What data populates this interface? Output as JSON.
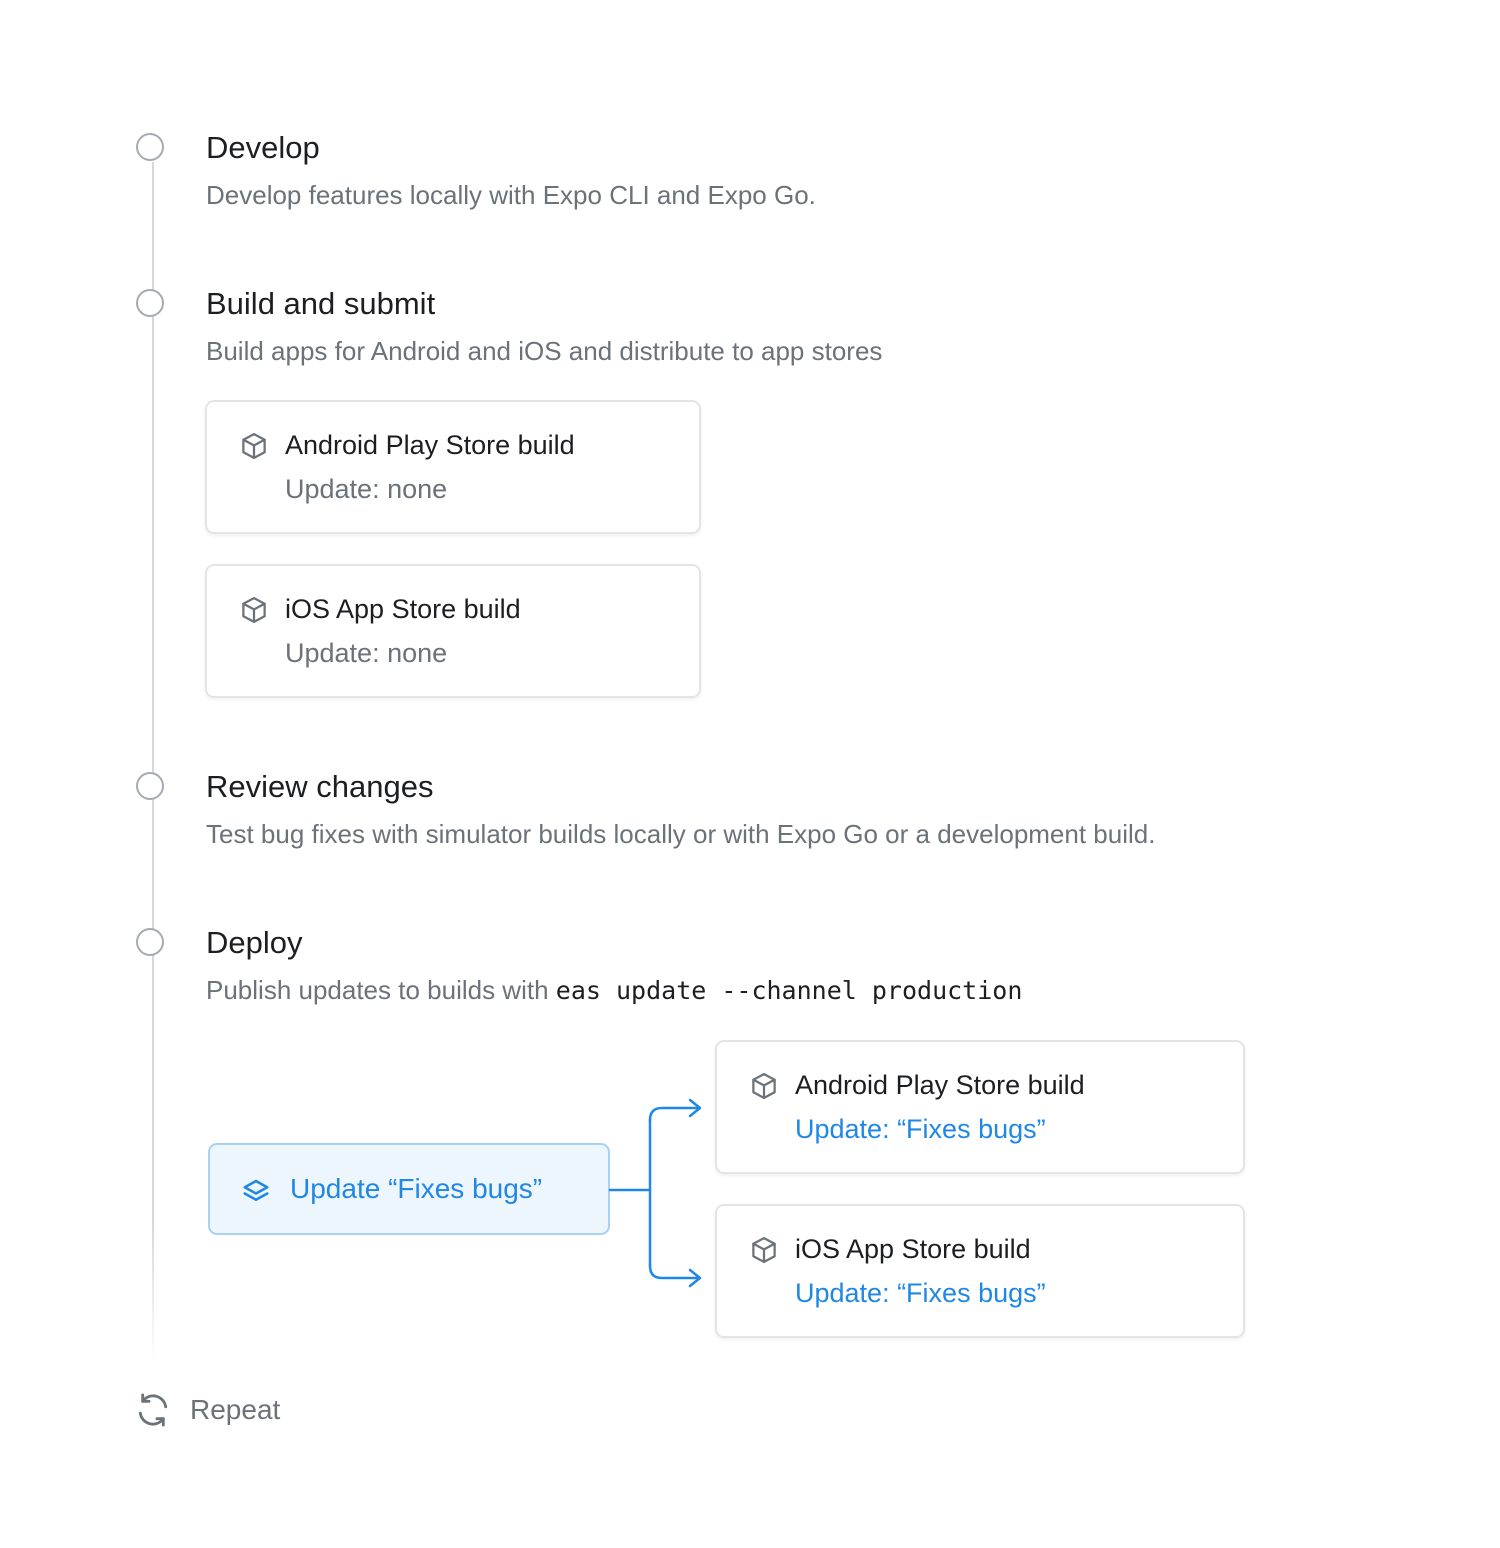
{
  "colors": {
    "accent": "#1f87e5",
    "line": "#d5d8dc",
    "muted": "#6c727a",
    "text": "#1c1e21"
  },
  "steps": [
    {
      "title": "Develop",
      "description": "Develop features locally with Expo CLI and Expo Go."
    },
    {
      "title": "Build and submit",
      "description": "Build apps for Android and iOS and distribute to app stores"
    },
    {
      "title": "Review changes",
      "description": "Test bug fixes with simulator builds locally or with Expo Go or a development build."
    },
    {
      "title": "Deploy",
      "description": "Publish updates to builds with",
      "command": "eas update --channel production"
    }
  ],
  "build_cards": [
    {
      "icon": "cube-icon",
      "title": "Android Play Store build",
      "update": "Update: none"
    },
    {
      "icon": "cube-icon",
      "title": "iOS App Store build",
      "update": "Update: none"
    }
  ],
  "update": {
    "icon": "layers-icon",
    "label": "Update “Fixes bugs”"
  },
  "deploy_cards": [
    {
      "icon": "cube-icon",
      "title": "Android Play Store build",
      "update": "Update: “Fixes bugs”"
    },
    {
      "icon": "cube-icon",
      "title": "iOS App Store build",
      "update": "Update: “Fixes bugs”"
    }
  ],
  "repeat": {
    "icon": "refresh-icon",
    "label": "Repeat"
  }
}
